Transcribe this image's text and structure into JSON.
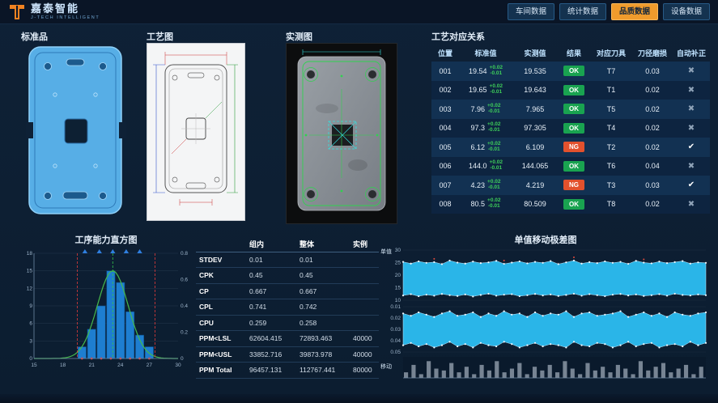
{
  "header": {
    "logo_title": "嘉泰智能",
    "logo_subtitle": "J-TECH INTELLIGENT",
    "nav": [
      {
        "id": "workshop",
        "label": "车间数据",
        "active": false
      },
      {
        "id": "statistics",
        "label": "统计数据",
        "active": false
      },
      {
        "id": "quality",
        "label": "品质数据",
        "active": true
      },
      {
        "id": "equipment",
        "label": "设备数据",
        "active": false
      }
    ]
  },
  "panels": {
    "standard_title": "标准品",
    "process_title": "工艺图",
    "measured_title": "实测图"
  },
  "relation": {
    "title": "工艺对应关系",
    "columns": [
      "位置",
      "标准值",
      "实测值",
      "结果",
      "对应刀具",
      "刀径磨损",
      "自动补正"
    ],
    "rows": [
      {
        "pos": "001",
        "std": "19.54",
        "tol_plus": "+0.02",
        "tol_minus": "-0.01",
        "meas": "19.535",
        "result": "OK",
        "tool": "T7",
        "wear": "0.03",
        "auto": "cross"
      },
      {
        "pos": "002",
        "std": "19.65",
        "tol_plus": "+0.02",
        "tol_minus": "-0.01",
        "meas": "19.643",
        "result": "OK",
        "tool": "T1",
        "wear": "0.02",
        "auto": "cross"
      },
      {
        "pos": "003",
        "std": "7.96",
        "tol_plus": "+0.02",
        "tol_minus": "-0.01",
        "meas": "7.965",
        "result": "OK",
        "tool": "T5",
        "wear": "0.02",
        "auto": "cross"
      },
      {
        "pos": "004",
        "std": "97.3",
        "tol_plus": "+0.02",
        "tol_minus": "-0.01",
        "meas": "97.305",
        "result": "OK",
        "tool": "T4",
        "wear": "0.02",
        "auto": "cross"
      },
      {
        "pos": "005",
        "std": "6.12",
        "tol_plus": "+0.02",
        "tol_minus": "-0.01",
        "meas": "6.109",
        "result": "NG",
        "tool": "T2",
        "wear": "0.02",
        "auto": "check"
      },
      {
        "pos": "006",
        "std": "144.0",
        "tol_plus": "+0.02",
        "tol_minus": "-0.01",
        "meas": "144.065",
        "result": "OK",
        "tool": "T6",
        "wear": "0.04",
        "auto": "cross"
      },
      {
        "pos": "007",
        "std": "4.23",
        "tol_plus": "+0.02",
        "tol_minus": "-0.01",
        "meas": "4.219",
        "result": "NG",
        "tool": "T3",
        "wear": "0.03",
        "auto": "check"
      },
      {
        "pos": "008",
        "std": "80.5",
        "tol_plus": "+0.02",
        "tol_minus": "-0.01",
        "meas": "80.509",
        "result": "OK",
        "tool": "T8",
        "wear": "0.02",
        "auto": "cross"
      }
    ]
  },
  "capability_table": {
    "columns": [
      "",
      "组内",
      "整体",
      "实例"
    ],
    "rows": [
      [
        "STDEV",
        "0.01",
        "0.01",
        ""
      ],
      [
        "CPK",
        "0.45",
        "0.45",
        ""
      ],
      [
        "CP",
        "0.667",
        "0.667",
        ""
      ],
      [
        "CPL",
        "0.741",
        "0.742",
        ""
      ],
      [
        "CPU",
        "0.259",
        "0.258",
        ""
      ],
      [
        "PPM<LSL",
        "62604.415",
        "72893.463",
        "40000"
      ],
      [
        "PPM<USL",
        "33852.716",
        "39873.978",
        "40000"
      ],
      [
        "PPM Total",
        "96457.131",
        "112767.441",
        "80000"
      ]
    ]
  },
  "chart_data": [
    {
      "type": "bar",
      "title": "工序能力直方图",
      "x": [
        20,
        21,
        22,
        23,
        24,
        25,
        26,
        27
      ],
      "values": [
        2,
        5,
        9,
        15,
        13,
        8,
        4,
        2
      ],
      "mean": 23.2,
      "sd": 1.6,
      "curve_peak": 15,
      "xlim": [
        15,
        30
      ],
      "ylim": [
        0,
        18
      ],
      "x_ticks": [
        15,
        18,
        21,
        24,
        27,
        30
      ],
      "y_ticks_left": [
        0,
        3,
        6,
        9,
        12,
        15,
        18
      ],
      "y_ticks_right": [
        "0",
        "0.2",
        "0.4",
        "0.6",
        "0.8"
      ],
      "lsl": 19.5,
      "usl": 27.6,
      "center": 23.2,
      "markers_top": [
        20.3,
        21.8,
        23.2,
        24.6,
        26.0
      ],
      "bar_color": "#1e7ed0",
      "curve_color": "#46b94c",
      "limit_color": "#e23b3b",
      "grid": true,
      "legend": "none"
    },
    {
      "type": "area",
      "title": "单值移动极差图",
      "label_top": "单值",
      "label_bottom": "移动",
      "band_color": "#2ab5e8",
      "band1": {
        "ticks": [
          30,
          25,
          20,
          15,
          10
        ],
        "range": [
          10,
          30
        ],
        "top": [
          25.3,
          24.6,
          25.5,
          24.9,
          25.2,
          24.4,
          25.8,
          25.0,
          24.6,
          25.4,
          24.8,
          25.1,
          25.7,
          24.5,
          25.0,
          25.5,
          24.7,
          25.3,
          24.9,
          25.6,
          24.4,
          25.1,
          25.8,
          24.6,
          25.2,
          24.8,
          25.5,
          24.9,
          25.3,
          24.5,
          25.7,
          25.0,
          24.7,
          25.4,
          24.8,
          25.2,
          25.6,
          24.6,
          25.1,
          24.9
        ],
        "bottom": [
          11.9,
          12.4,
          11.6,
          12.2,
          11.8,
          12.5,
          12.0,
          11.7,
          12.3,
          11.5,
          12.1,
          12.6,
          11.8,
          12.2,
          12.4,
          11.6,
          12.0,
          12.5,
          11.9,
          12.3,
          11.7,
          12.1,
          12.6,
          11.8,
          12.4,
          12.0,
          11.6,
          12.2,
          12.5,
          11.9,
          12.3,
          11.7,
          12.0,
          12.4,
          11.8,
          12.6,
          12.1,
          11.9,
          12.3,
          12.0
        ]
      },
      "band2": {
        "ticks": [
          "0.01",
          "0.02",
          "0.03",
          "0.04",
          "0.05"
        ],
        "range": [
          0.01,
          0.05
        ],
        "top": [
          0.016,
          0.018,
          0.015,
          0.017,
          0.019,
          0.016,
          0.014,
          0.018,
          0.017,
          0.015,
          0.019,
          0.016,
          0.018,
          0.014,
          0.017,
          0.016,
          0.019,
          0.015,
          0.018,
          0.016,
          0.017,
          0.014,
          0.019,
          0.016,
          0.015,
          0.018,
          0.017,
          0.016,
          0.014,
          0.019,
          0.017,
          0.015,
          0.018,
          0.016,
          0.019,
          0.015,
          0.017,
          0.018,
          0.016,
          0.015
        ],
        "bottom": [
          0.044,
          0.042,
          0.045,
          0.043,
          0.046,
          0.044,
          0.041,
          0.045,
          0.043,
          0.046,
          0.042,
          0.044,
          0.045,
          0.041,
          0.043,
          0.046,
          0.044,
          0.042,
          0.045,
          0.043,
          0.044,
          0.046,
          0.041,
          0.044,
          0.045,
          0.042,
          0.043,
          0.046,
          0.044,
          0.041,
          0.045,
          0.043,
          0.042,
          0.046,
          0.044,
          0.043,
          0.045,
          0.041,
          0.044,
          0.042
        ]
      },
      "moving_range": [
        0.3,
        0.7,
        0.2,
        0.9,
        0.5,
        0.4,
        0.8,
        0.3,
        0.6,
        0.2,
        0.7,
        0.4,
        0.9,
        0.3,
        0.5,
        0.8,
        0.2,
        0.6,
        0.4,
        0.7,
        0.3,
        0.9,
        0.5,
        0.2,
        0.8,
        0.4,
        0.6,
        0.3,
        0.7,
        0.5,
        0.2,
        0.9,
        0.4,
        0.6,
        0.8,
        0.3,
        0.5,
        0.7,
        0.2,
        0.6
      ]
    }
  ]
}
